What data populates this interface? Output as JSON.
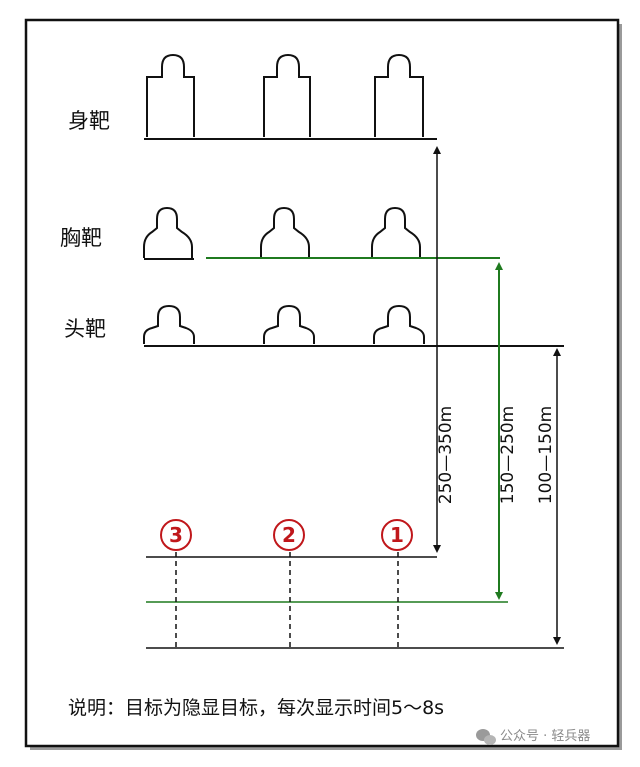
{
  "rows": {
    "body": "身靶",
    "chest": "胸靶",
    "head": "头靶"
  },
  "distances": {
    "body": "250—350m",
    "chest": "150—250m",
    "head": "100—150m"
  },
  "positions": [
    "3",
    "2",
    "1"
  ],
  "note": "说明：目标为隐显目标，每次显示时间5～8s",
  "watermark": "公众号 · 轻兵器",
  "colors": {
    "line": "#111111",
    "green": "#1f7a1f",
    "red": "#c0171b"
  }
}
